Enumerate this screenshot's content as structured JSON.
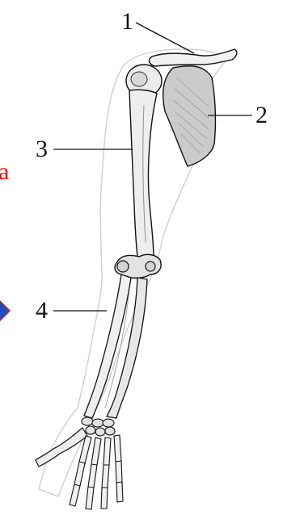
{
  "labels": {
    "one": "1",
    "two": "2",
    "three": "3",
    "four": "4"
  },
  "cut_text": "a",
  "colors": {
    "background": "#ffffff",
    "ink": "#111111",
    "shading": "#bdbdbd",
    "skin_outline": "#c9c9c9",
    "side_text": "#ff0000",
    "arrow_blue": "#1f4fbf",
    "arrow_red": "#d01818"
  },
  "icons": {
    "left_marker": "arrowhead-right-icon"
  }
}
